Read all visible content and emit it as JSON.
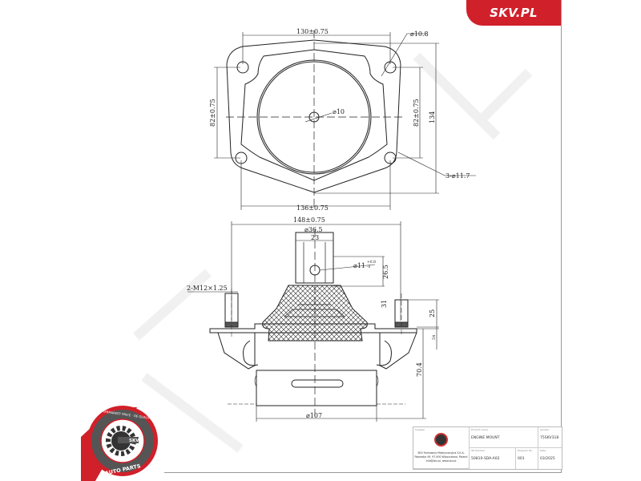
{
  "brand": {
    "label": "SKV.PL",
    "color": "#d0202a"
  },
  "badge": {
    "ring_text_top": "AFTERMARKET PRICE · OE QUALITY",
    "center_text": "SKV",
    "bottom_text": "AUTO PARTS"
  },
  "top_view": {
    "dim_width_top": "130±0.75",
    "dim_width_bottom": "136±0.75",
    "dim_hole_small": "⌀10.8",
    "dim_center_hole": "⌀10",
    "dim_height_left": "82±0.75",
    "dim_height_right": "82±0.75",
    "dim_total_height": "134",
    "dim_holes": "3-⌀11.7"
  },
  "side_view": {
    "dim_overall_width": "148±0.75",
    "dim_bracket_outer": "⌀36.5",
    "dim_bracket_inner": "23",
    "dim_bolt_hole": "⌀11",
    "dim_bolt_hole_tol_upper": "+0.8",
    "dim_bolt_hole_tol_lower": "-0",
    "dim_bracket_height": "26.5",
    "dim_rubber_height": "31",
    "dim_stud_height": "25",
    "dim_flange": "54",
    "dim_body_height": "70.4",
    "dim_base_diameter": "⌀107",
    "dim_studs": "2-M12×1.25"
  },
  "title_block": {
    "supplier_label": "Supplier",
    "supplier_lines": [
      "SKV Hurtownia Motoryzacyjna S.K.A.",
      "Pajewska 49, 97-900 Wloszczowa, Poland",
      "info@skv.pl, www.skv.pl"
    ],
    "product_name_label": "Product name",
    "product_name": "ENGINE MOUNT",
    "symbol_label": "Symbol",
    "symbol": "75SKV318",
    "oe_number_label": "OE Number",
    "oe_number": "50810-SDA-A02",
    "drawing_no_label": "Diagram No.",
    "drawing_no": "001",
    "date_label": "Date",
    "date": "03/2025"
  }
}
